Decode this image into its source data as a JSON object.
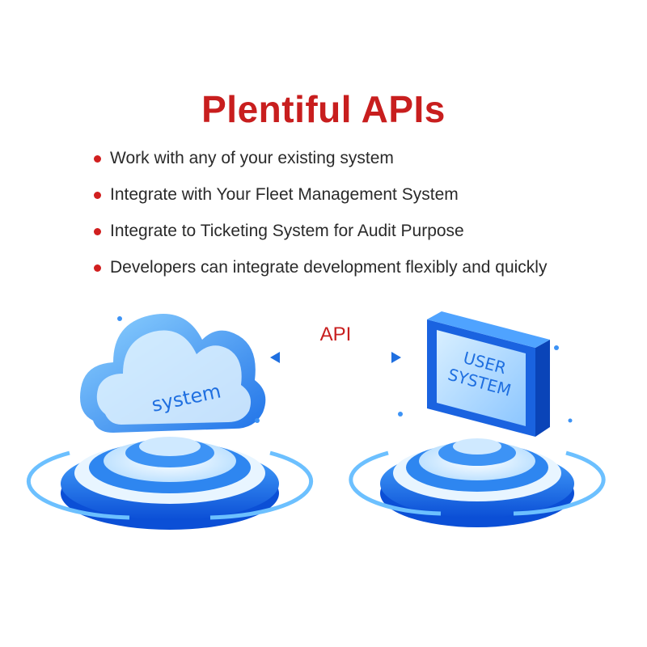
{
  "title": "Plentiful APIs",
  "bullets": [
    "Work with any of your existing system",
    "Integrate with Your Fleet Management System",
    "Integrate to Ticketing System for Audit Purpose",
    "Developers can integrate development flexibly and quickly"
  ],
  "api_label": "API",
  "cloud_label": "system",
  "monitor_label_line1": "USER",
  "monitor_label_line2": "SYSTEM",
  "colors": {
    "accent": "#c81e1e",
    "blue": "#1f6fe0",
    "light_blue": "#7fc4ff"
  }
}
